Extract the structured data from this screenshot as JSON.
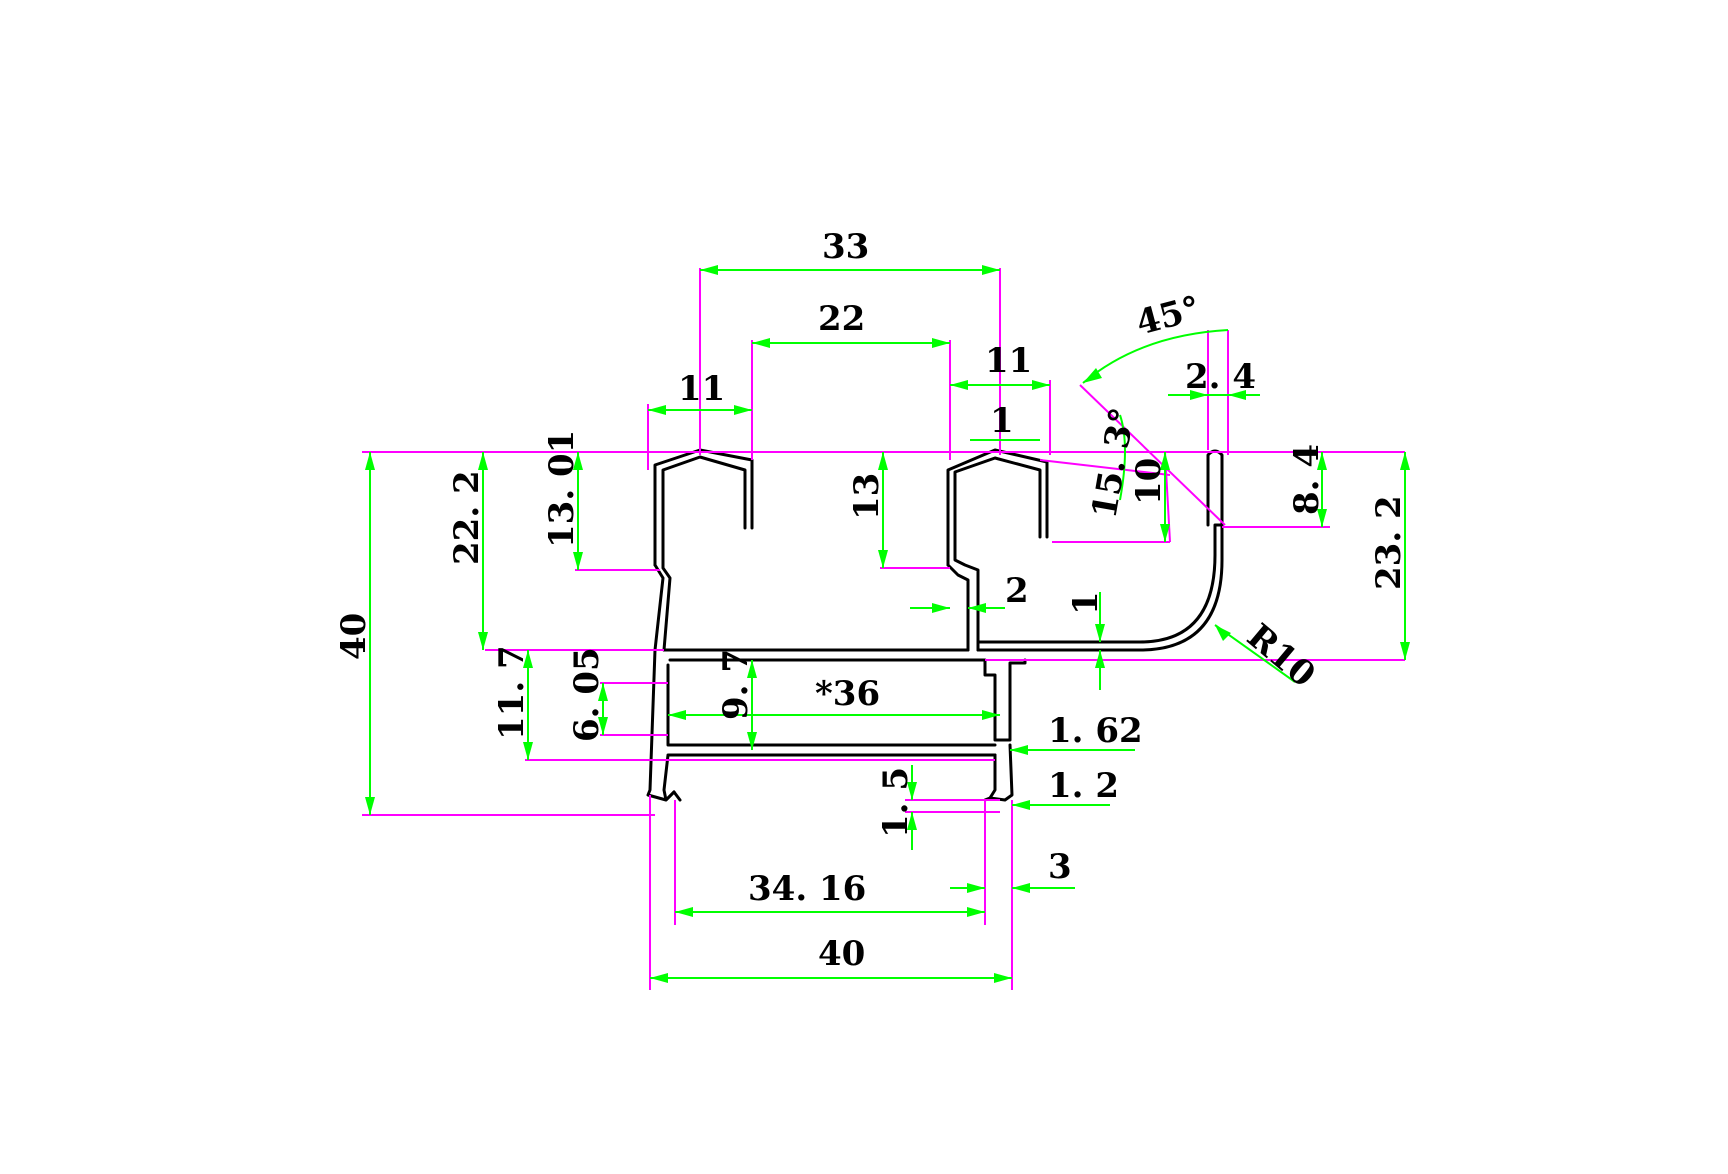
{
  "colors": {
    "background": "#ffffff",
    "profile": "#000000",
    "extension_lines": "#ff00ff",
    "dimension_lines": "#00ff00",
    "text": "#000000"
  },
  "dimensions": {
    "top_33": "33",
    "top_22": "22",
    "left_11": "11",
    "right_11": "11",
    "center_1": "1",
    "angle_45": "45°",
    "width_2_4": "2. 4",
    "angle_15_3": "15. 3°",
    "height_10": "10",
    "height_8_4": "8. 4",
    "height_23_2": "23. 2",
    "radius_r10": "R10",
    "height_40": "40",
    "height_22_2": "22. 2",
    "height_13_01": "13. 01",
    "height_13": "13",
    "width_2": "2",
    "thick_1": "1",
    "height_11_7": "11. 7",
    "height_6_05": "6. 05",
    "height_9_7": "9. 7",
    "width_36": "*36",
    "thick_1_62": "1. 62",
    "height_1_5": "1. 5",
    "thick_1_2": "1. 2",
    "width_3": "3",
    "width_34_16": "34. 16",
    "width_40": "40"
  }
}
